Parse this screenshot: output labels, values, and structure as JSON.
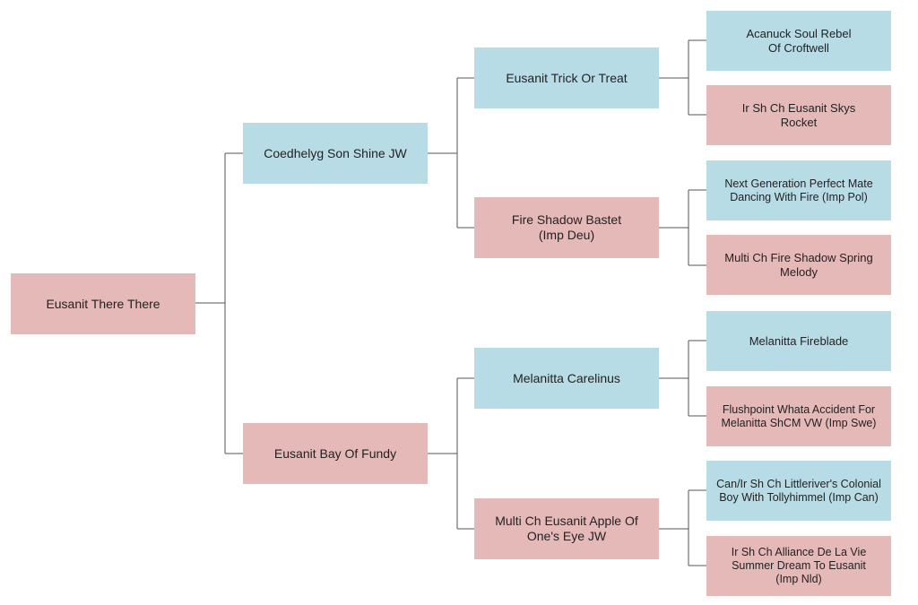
{
  "subject": {
    "name": "Eusanit There There",
    "color": "pink"
  },
  "parents": [
    {
      "name": "Coedhelyg Son Shine JW",
      "color": "blue"
    },
    {
      "name": "Eusanit Bay Of Fundy",
      "color": "pink"
    }
  ],
  "grandparents": [
    {
      "name": "Eusanit Trick Or Treat",
      "color": "blue"
    },
    {
      "name": "Fire Shadow Bastet (Imp Deu)",
      "color": "pink"
    },
    {
      "name": "Melanitta Carelinus",
      "color": "blue"
    },
    {
      "name": "Multi Ch Eusanit Apple Of One's Eye JW",
      "color": "pink"
    }
  ],
  "great_grandparents": [
    {
      "name": "Acanuck Soul Rebel Of Croftwell",
      "color": "blue"
    },
    {
      "name": "Ir Sh Ch Eusanit Skys Rocket",
      "color": "pink"
    },
    {
      "name": "Next Generation Perfect Mate Dancing With Fire (Imp Pol)",
      "color": "blue"
    },
    {
      "name": "Multi Ch Fire Shadow Spring Melody",
      "color": "pink"
    },
    {
      "name": "Melanitta Fireblade",
      "color": "blue"
    },
    {
      "name": "Flushpoint Whata Accident For Melanitta ShCM VW (Imp Swe)",
      "color": "pink"
    },
    {
      "name": "Can/Ir Sh Ch Littleriver's Colonial Boy With Tollyhimmel (Imp Can)",
      "color": "blue"
    },
    {
      "name": "Ir Sh Ch Alliance De La Vie Summer Dream To Eusanit (Imp Nld)",
      "color": "pink"
    }
  ],
  "colors": {
    "blue": "#b8dce6",
    "pink": "#e6b9b9",
    "connector": "#555555"
  }
}
